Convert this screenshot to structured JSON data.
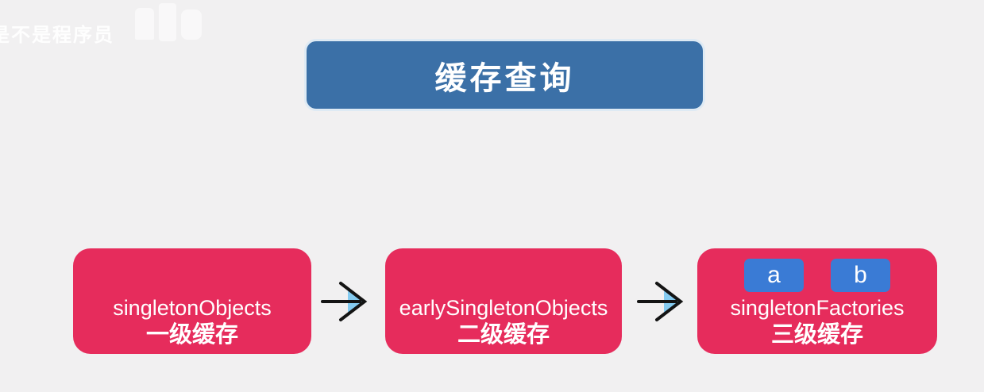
{
  "watermark": {
    "partial_char": "是",
    "text": "不是程序员"
  },
  "title": {
    "label": "缓存查询"
  },
  "flow": {
    "nodes": [
      {
        "name": "singletonObjects",
        "caption": "一级缓存"
      },
      {
        "name": "earlySingletonObjects",
        "caption": "二级缓存"
      },
      {
        "name": "singletonFactories",
        "caption": "三级缓存",
        "children": [
          {
            "label": "a"
          },
          {
            "label": "b"
          }
        ]
      }
    ]
  },
  "icons": {
    "arrow": "right-arrow"
  },
  "colors": {
    "background": "#f1f0f1",
    "title_blue": "#3b70a7",
    "node_pink": "#e62c5c",
    "child_blue": "#3a7bd5",
    "arrow_black": "#141414",
    "arrow_highlight": "#79c7ef",
    "text_white": "#ffffff"
  }
}
